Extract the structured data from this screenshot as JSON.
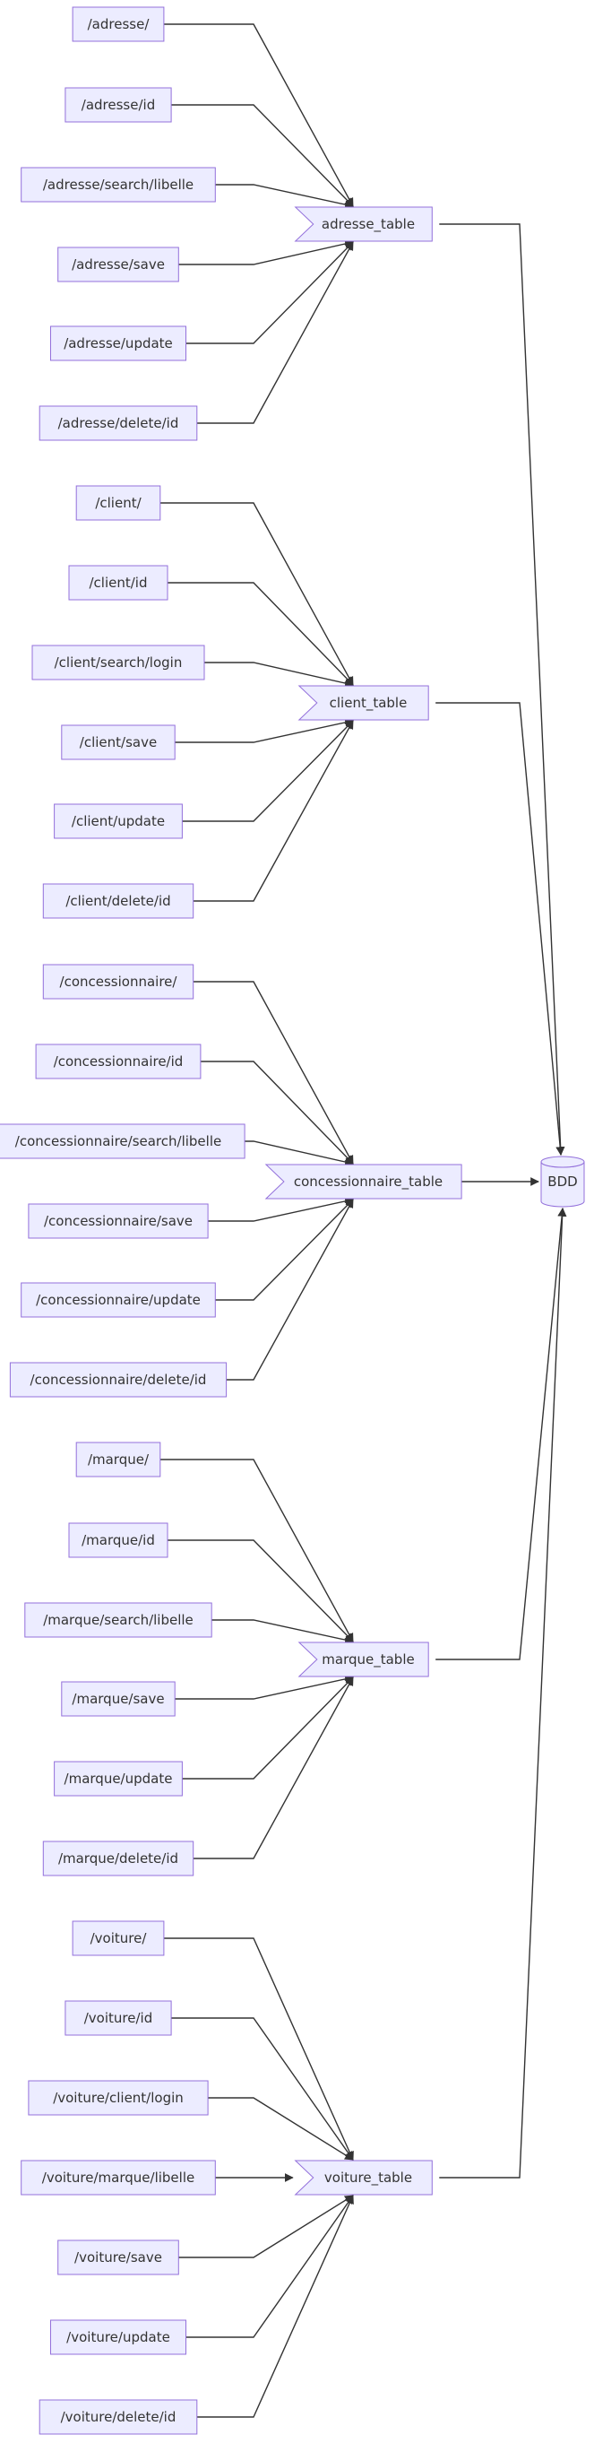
{
  "colors": {
    "node_fill": "#ECECFF",
    "node_stroke": "#9370DB",
    "edge": "#333333"
  },
  "groups": [
    {
      "table": "adresse_table",
      "routes": [
        "/adresse/",
        "/adresse/id",
        "/adresse/search/libelle",
        "/adresse/save",
        "/adresse/update",
        "/adresse/delete/id"
      ]
    },
    {
      "table": "client_table",
      "routes": [
        "/client/",
        "/client/id",
        "/client/search/login",
        "/client/save",
        "/client/update",
        "/client/delete/id"
      ]
    },
    {
      "table": "concessionnaire_table",
      "routes": [
        "/concessionnaire/",
        "/concessionnaire/id",
        "/concessionnaire/search/libelle",
        "/concessionnaire/save",
        "/concessionnaire/update",
        "/concessionnaire/delete/id"
      ]
    },
    {
      "table": "marque_table",
      "routes": [
        "/marque/",
        "/marque/id",
        "/marque/search/libelle",
        "/marque/save",
        "/marque/update",
        "/marque/delete/id"
      ]
    },
    {
      "table": "voiture_table",
      "routes": [
        "/voiture/",
        "/voiture/id",
        "/voiture/client/login",
        "/voiture/marque/libelle",
        "/voiture/save",
        "/voiture/update",
        "/voiture/delete/id"
      ]
    }
  ],
  "database": {
    "label": "BDD"
  }
}
